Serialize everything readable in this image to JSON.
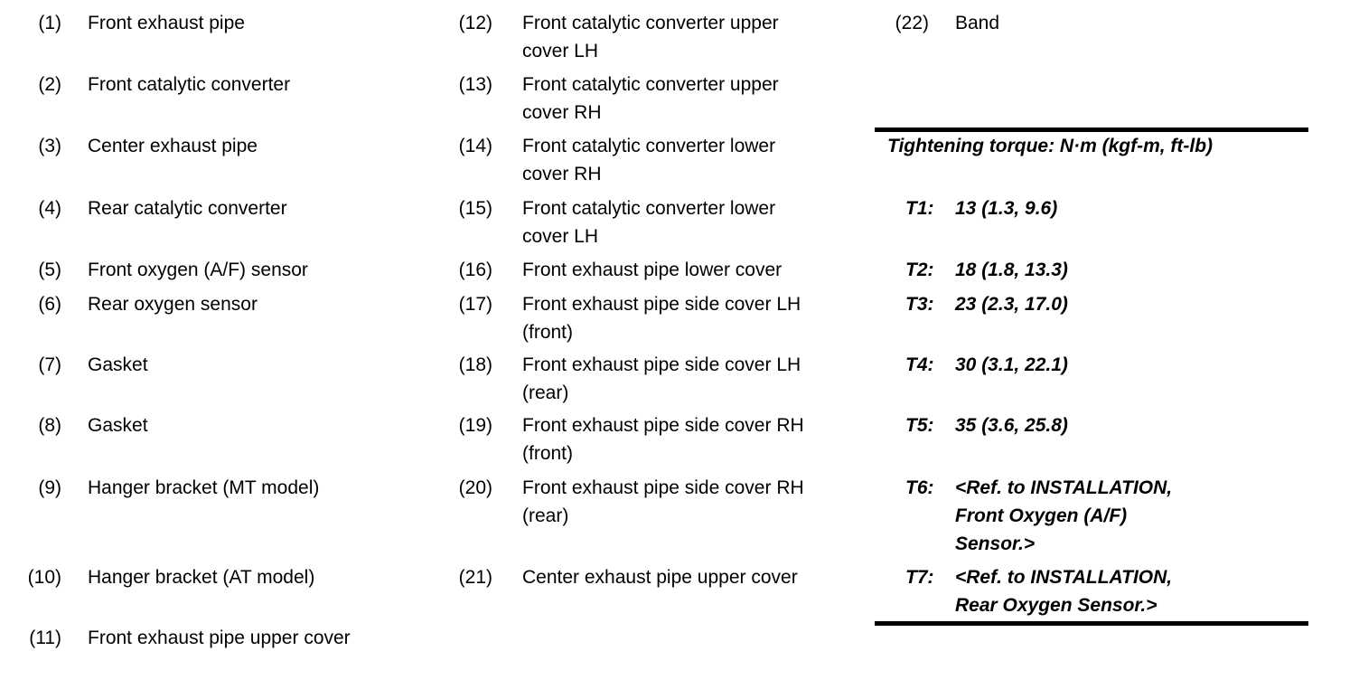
{
  "colors": {
    "text": "#000000",
    "background": "#ffffff"
  },
  "legend": {
    "column1": [
      {
        "num": "(1)",
        "label": "Front exhaust pipe"
      },
      {
        "num": "(2)",
        "label": "Front catalytic converter"
      },
      {
        "num": "(3)",
        "label": "Center exhaust pipe"
      },
      {
        "num": "(4)",
        "label": "Rear catalytic converter"
      },
      {
        "num": "(5)",
        "label": "Front oxygen (A/F) sensor"
      },
      {
        "num": "(6)",
        "label": "Rear oxygen sensor"
      },
      {
        "num": "(7)",
        "label": "Gasket"
      },
      {
        "num": "(8)",
        "label": "Gasket"
      },
      {
        "num": "(9)",
        "label": "Hanger bracket (MT model)"
      },
      {
        "num": "(10)",
        "label": "Hanger bracket (AT model)"
      },
      {
        "num": "(11)",
        "label": "Front exhaust pipe upper cover"
      }
    ],
    "column2": [
      {
        "num": "(12)",
        "label": "Front catalytic converter upper\ncover LH"
      },
      {
        "num": "(13)",
        "label": "Front catalytic converter upper\ncover RH"
      },
      {
        "num": "(14)",
        "label": "Front catalytic converter lower\ncover RH"
      },
      {
        "num": "(15)",
        "label": "Front catalytic converter lower\ncover LH"
      },
      {
        "num": "(16)",
        "label": "Front exhaust pipe lower cover"
      },
      {
        "num": "(17)",
        "label": "Front exhaust pipe side cover LH\n(front)"
      },
      {
        "num": "(18)",
        "label": "Front exhaust pipe side cover LH\n(rear)"
      },
      {
        "num": "(19)",
        "label": "Front exhaust pipe side cover RH\n(front)"
      },
      {
        "num": "(20)",
        "label": "Front exhaust pipe side cover RH\n(rear)"
      },
      {
        "num": "(21)",
        "label": "Center exhaust pipe upper cover"
      }
    ],
    "column3": [
      {
        "num": "(22)",
        "label": "Band"
      }
    ]
  },
  "torque": {
    "title": "Tightening torque: N·m (kgf-m, ft-lb)",
    "entries": [
      {
        "id": "T1:",
        "value": "13 (1.3, 9.6)"
      },
      {
        "id": "T2:",
        "value": "18 (1.8, 13.3)"
      },
      {
        "id": "T3:",
        "value": "23 (2.3, 17.0)"
      },
      {
        "id": "T4:",
        "value": "30 (3.1, 22.1)"
      },
      {
        "id": "T5:",
        "value": "35 (3.6, 25.8)"
      },
      {
        "id": "T6:",
        "value": "<Ref. to INSTALLATION,\nFront Oxygen (A/F)\nSensor.>"
      },
      {
        "id": "T7:",
        "value": "<Ref. to INSTALLATION,\nRear Oxygen Sensor.>"
      }
    ]
  }
}
